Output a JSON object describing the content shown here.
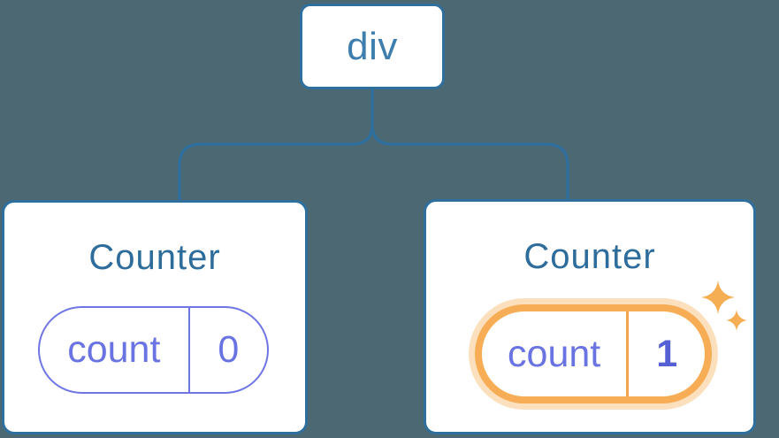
{
  "tree": {
    "root": {
      "label": "div"
    },
    "children": [
      {
        "title": "Counter",
        "state": {
          "name": "count",
          "value": "0"
        },
        "highlighted": false
      },
      {
        "title": "Counter",
        "state": {
          "name": "count",
          "value": "1"
        },
        "highlighted": true
      }
    ]
  },
  "colors": {
    "background": "#4C6973",
    "node_fill": "#FFFFFF",
    "node_border_blue": "#2E6F9E",
    "root_label_blue": "#3E7EAE",
    "component_title_blue": "#2E6D9B",
    "state_purple": "#6973E2",
    "state_border_purple": "#6F76E4",
    "state_value_bold_purple": "#5560D4",
    "highlight_orange": "#F6AD55",
    "highlight_divider": "#F0A44C",
    "highlight_glow": "rgba(246,173,85,0.38)",
    "sparkle_orange": "#F6AE54"
  }
}
